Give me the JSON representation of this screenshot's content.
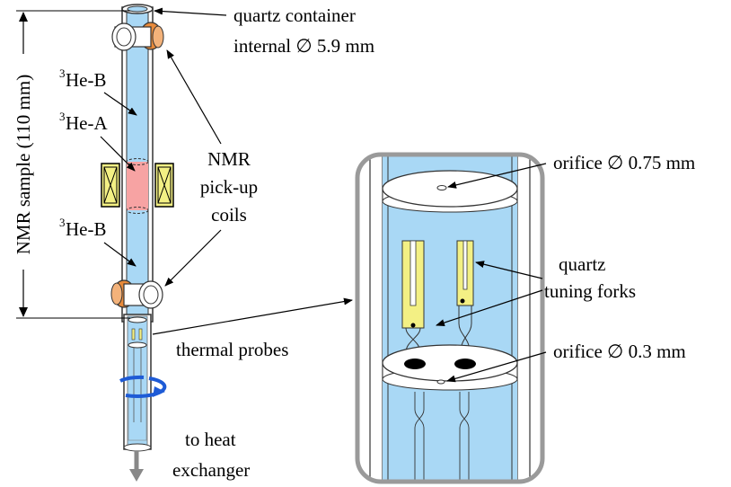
{
  "labels": {
    "quartz_container_line1": "quartz container",
    "quartz_container_line2": "internal ∅ 5.9 mm",
    "sample_length": "NMR sample (110 mm)",
    "he_b_upper": "He-B",
    "he_a": "He-A",
    "he_b_lower": "He-B",
    "isotope_superscript": "3",
    "nmr_coils_line1": "NMR",
    "nmr_coils_line2": "pick-up",
    "nmr_coils_line3": "coils",
    "thermal_probes": "thermal probes",
    "heat_exchanger_line1": "to heat",
    "heat_exchanger_line2": "exchanger",
    "orifice_top": "orifice ∅ 0.75 mm",
    "tuning_forks_line1": "quartz",
    "tuning_forks_line2": "tuning forks",
    "orifice_bottom": "orifice ∅ 0.3 mm"
  },
  "colors": {
    "liquid_blue": "#a9d8f5",
    "a_phase_pink": "#f7a3a3",
    "coil_yellow": "#f3f084",
    "orange_ring": "#e88a3a",
    "rotation_arrow": "#1e5bd6",
    "gray_frame": "#9a9a9a"
  }
}
